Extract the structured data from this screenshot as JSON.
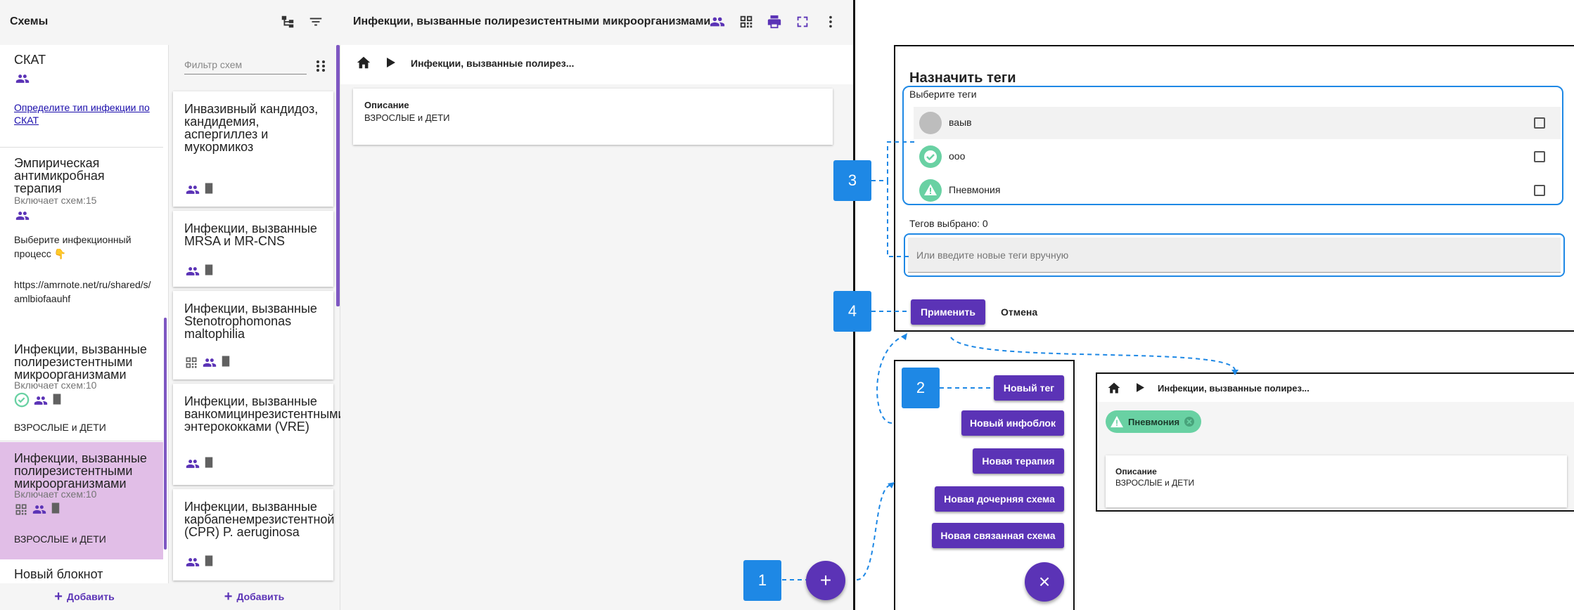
{
  "app": {
    "sidebar_title": "Схемы",
    "header_title": "Инфекции, вызванные полирезистентными микроорганизмами"
  },
  "col1": {
    "items": [
      {
        "title": "СКАТ",
        "link": "Определите тип инфекции по СКАТ"
      },
      {
        "title": "Эмпирическая антимикробная терапия",
        "sub": "Включает схем:15",
        "note": "Выберите инфекционный процесс 👇",
        "url": "https://amrnote.net/ru/shared/s/amlbiofaauhf"
      },
      {
        "title": "Инфекции, вызванные полирезистентными микроорганизмами",
        "sub": "Включает схем:10",
        "desc": "ВЗРОСЛЫЕ и ДЕТИ"
      },
      {
        "title": "Инфекции, вызванные полирезистентными микроорганизмами",
        "sub": "Включает схем:10",
        "desc": "ВЗРОСЛЫЕ и ДЕТИ"
      },
      {
        "title": "Новый блокнот"
      }
    ],
    "add_label": "Добавить"
  },
  "col2": {
    "filter_placeholder": "Фильтр схем",
    "items": [
      {
        "title": "Инвазивный кандидоз, кандидемия, аспергиллез и мукормикоз"
      },
      {
        "title": "Инфекции, вызванные MRSA и MR-CNS"
      },
      {
        "title": "Инфекции, вызванные Stenotrophomonas maltophilia"
      },
      {
        "title": "Инфекции, вызванные ванкомицинрезистентными энтерококками (VRE)"
      },
      {
        "title": "Инфекции, вызванные карбапенемрезистентной (CPR) P. aeruginosa"
      }
    ],
    "add_label": "Добавить"
  },
  "main": {
    "breadcrumb": "Инфекции, вызванные полирез...",
    "card_title": "Описание",
    "card_text": "ВЗРОСЛЫЕ и ДЕТИ",
    "fab_symbol": "+"
  },
  "callouts": [
    "1",
    "2",
    "3",
    "4"
  ],
  "tags_panel": {
    "title": "Назначить теги",
    "choose_label": "Выберите теги",
    "tags": [
      "ваыв",
      "ooo",
      "Пневмония"
    ],
    "selected_count": "Тегов выбрано: 0",
    "input_placeholder": "Или введите новые теги вручную",
    "apply_label": "Применить",
    "cancel_label": "Отмена"
  },
  "menu_panel": {
    "buttons": [
      "Новый тег",
      "Новый инфоблок",
      "Новая терапия",
      "Новая дочерняя схема",
      "Новая связанная схема"
    ],
    "close_symbol": "×"
  },
  "result_panel": {
    "breadcrumb": "Инфекции, вызванные полирез...",
    "tag_chip": "Пневмония",
    "card_title": "Описание",
    "card_text": "ВЗРОСЛЫЕ и ДЕТИ"
  },
  "colors": {
    "accent": "#5b33b6",
    "callout": "#1e88e5",
    "selected_bg": "#e1bee7",
    "tag_green": "#69d1a3"
  }
}
